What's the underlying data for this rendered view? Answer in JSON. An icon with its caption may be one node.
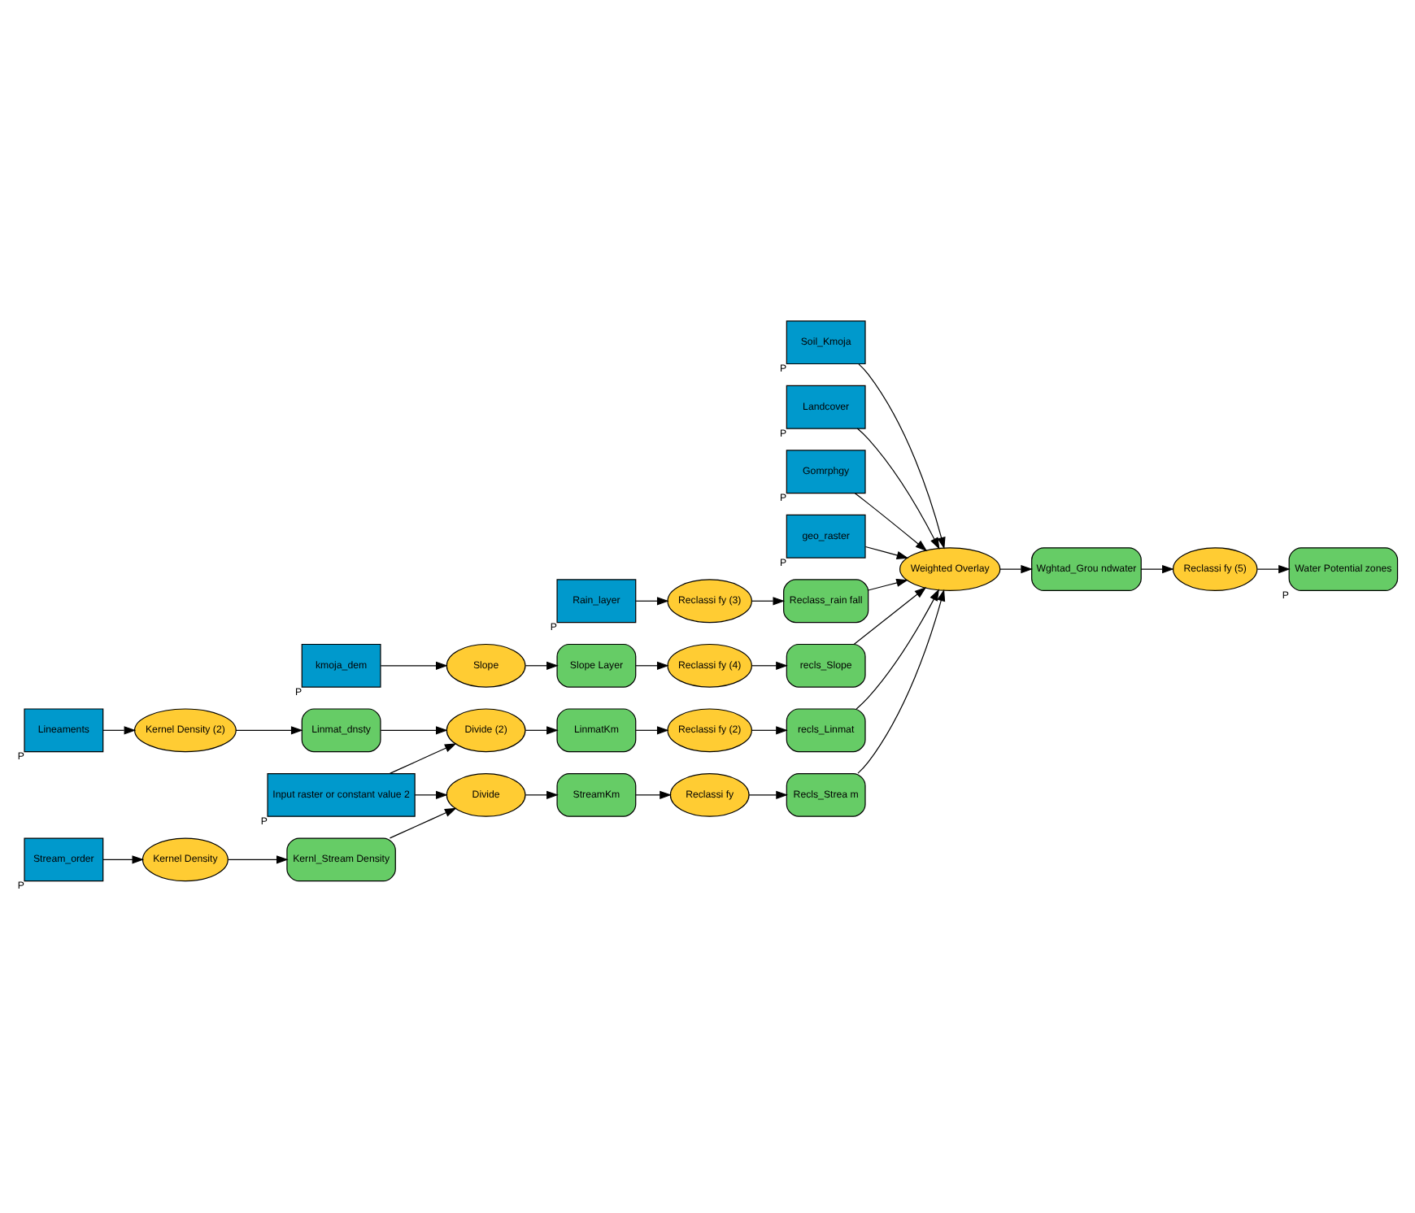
{
  "diagram": {
    "nodes": [
      {
        "text": [
          "Soil_Kmoja"
        ],
        "beside": [
          "P"
        ]
      },
      {
        "text": [
          "Landcover"
        ],
        "beside": [
          "P"
        ]
      },
      {
        "text": [
          "Gomrphgy"
        ],
        "beside": [
          "P"
        ]
      },
      {
        "text": [
          "geo_raster"
        ],
        "beside": [
          "P"
        ]
      },
      {
        "text": [
          "Weighted Overlay"
        ]
      },
      {
        "text": [
          "Wghtad_Grou ndwater"
        ]
      },
      {
        "text": [
          "Reclassi fy (5)"
        ]
      },
      {
        "text": [
          "Water Potential zones"
        ],
        "beside": [
          "P"
        ]
      },
      {
        "text": [
          "Rain_layer"
        ],
        "beside": [
          "P"
        ]
      },
      {
        "text": [
          "Reclassi fy (3)"
        ]
      },
      {
        "text": [
          "Reclass_rain fall"
        ]
      },
      {
        "text": [
          "kmoja_dem"
        ],
        "beside": [
          "P"
        ]
      },
      {
        "text": [
          "Slope"
        ]
      },
      {
        "text": [
          "Slope Layer"
        ]
      },
      {
        "text": [
          "Reclassi fy (4)"
        ]
      },
      {
        "text": [
          "recls_Slope"
        ]
      },
      {
        "text": [
          "Lineaments"
        ],
        "beside": [
          "P"
        ]
      },
      {
        "text": [
          "Kernel Density (2)"
        ]
      },
      {
        "text": [
          "Linmat_dnsty"
        ]
      },
      {
        "text": [
          "Divide (2)"
        ]
      },
      {
        "text": [
          "LinmatKm"
        ]
      },
      {
        "text": [
          "Reclassi fy (2)"
        ]
      },
      {
        "text": [
          "recls_Linmat"
        ]
      },
      {
        "text": [
          "Input raster or constant value 2"
        ],
        "beside": [
          "P"
        ]
      },
      {
        "text": [
          "Divide"
        ]
      },
      {
        "text": [
          "StreamKm"
        ]
      },
      {
        "text": [
          "Reclassi fy"
        ]
      },
      {
        "text": [
          "Recls_Strea m"
        ]
      },
      {
        "text": [
          "Stream_order"
        ],
        "beside": [
          "P"
        ]
      },
      {
        "text": [
          "Kernel Density"
        ]
      },
      {
        "text": [
          "Kernl_Stream Density"
        ]
      }
    ],
    "edges": [
      {
        "from": 0,
        "to": 4,
        "arrow": "to"
      },
      {
        "from": 1,
        "to": 4,
        "arrow": "to"
      },
      {
        "from": 2,
        "to": 4,
        "arrow": "to"
      },
      {
        "from": 3,
        "to": 4,
        "arrow": "to"
      },
      {
        "from": 10,
        "to": 4,
        "arrow": "to"
      },
      {
        "from": 15,
        "to": 4,
        "arrow": "to"
      },
      {
        "from": 22,
        "to": 4,
        "arrow": "to"
      },
      {
        "from": 27,
        "to": 4,
        "arrow": "to"
      },
      {
        "from": 4,
        "to": 5,
        "arrow": "to"
      },
      {
        "from": 5,
        "to": 6,
        "arrow": "to"
      },
      {
        "from": 6,
        "to": 7,
        "arrow": "to"
      },
      {
        "from": 8,
        "to": 9,
        "arrow": "to"
      },
      {
        "from": 9,
        "to": 10,
        "arrow": "to"
      },
      {
        "from": 11,
        "to": 12,
        "arrow": "to"
      },
      {
        "from": 12,
        "to": 13,
        "arrow": "to"
      },
      {
        "from": 13,
        "to": 14,
        "arrow": "to"
      },
      {
        "from": 14,
        "to": 15,
        "arrow": "to"
      },
      {
        "from": 16,
        "to": 17,
        "arrow": "to"
      },
      {
        "from": 17,
        "to": 18,
        "arrow": "to"
      },
      {
        "from": 18,
        "to": 19,
        "arrow": "to"
      },
      {
        "from": 23,
        "to": 19,
        "arrow": "to"
      },
      {
        "from": 19,
        "to": 20,
        "arrow": "to"
      },
      {
        "from": 20,
        "to": 21,
        "arrow": "to"
      },
      {
        "from": 21,
        "to": 22,
        "arrow": "to"
      },
      {
        "from": 23,
        "to": 24,
        "arrow": "to"
      },
      {
        "from": 24,
        "to": 25,
        "arrow": "to"
      },
      {
        "from": 25,
        "to": 26,
        "arrow": "to"
      },
      {
        "from": 26,
        "to": 27,
        "arrow": "to"
      },
      {
        "from": 28,
        "to": 29,
        "arrow": "to"
      },
      {
        "from": 29,
        "to": 30,
        "arrow": "to"
      },
      {
        "from": 30,
        "to": 24,
        "arrow": "to"
      }
    ]
  }
}
